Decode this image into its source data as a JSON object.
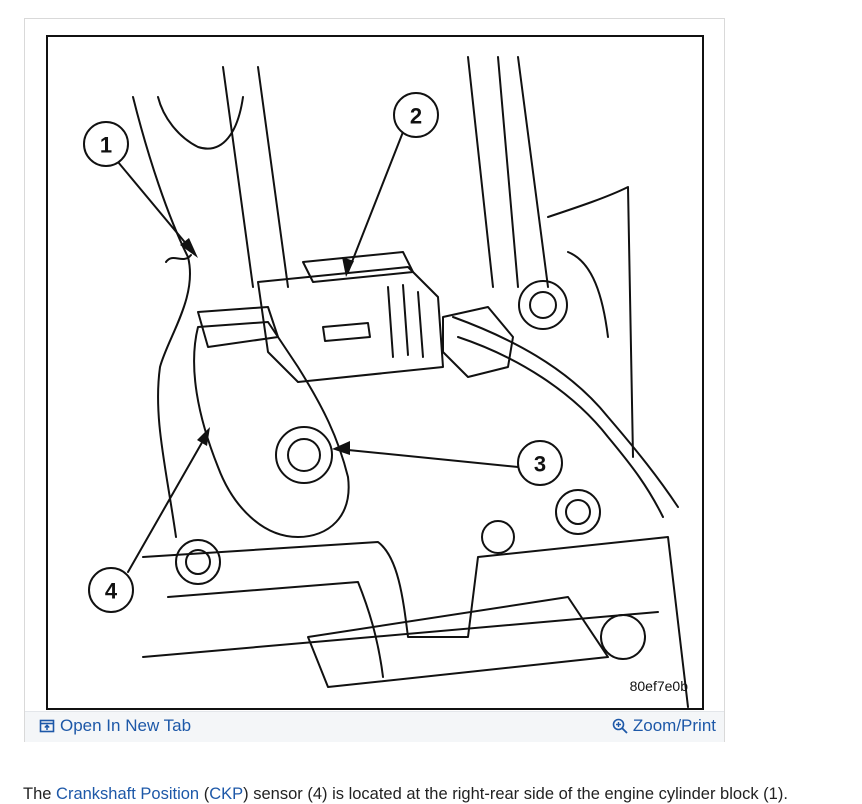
{
  "figure": {
    "id_label": "80ef7e0b",
    "callouts": [
      "1",
      "2",
      "3",
      "4"
    ]
  },
  "toolbar": {
    "open_tab_label": "Open In New Tab",
    "zoom_print_label": "Zoom/Print",
    "open_tab_icon": "open-new-tab-icon",
    "zoom_icon": "zoom-magnifier-icon"
  },
  "caption": {
    "prefix": "The ",
    "link_crankshaft": "Crankshaft Position",
    "paren_open": " (",
    "link_ckp": "CKP",
    "suffix": ") sensor (4) is located at the right-rear side of the engine cylinder block (1).",
    "link_color": "#1d58a8"
  }
}
